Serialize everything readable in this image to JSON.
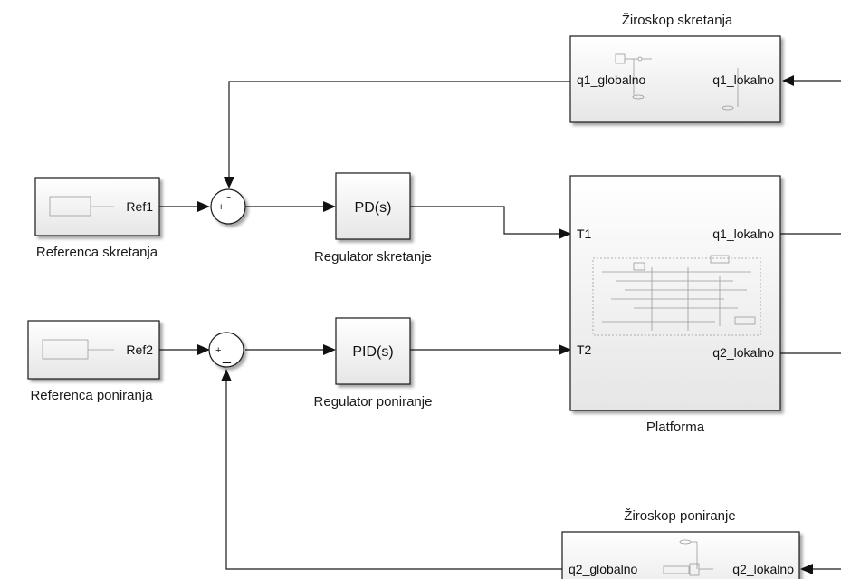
{
  "blocks": {
    "gyro_top": {
      "title": "Žiroskop skretanja",
      "in_port": "q1_globalno",
      "out_port": "q1_lokalno"
    },
    "ref1": {
      "port": "Ref1",
      "label": "Referenca skretanja"
    },
    "sum1": {
      "top_sign": "-",
      "left_sign": "+"
    },
    "pd": {
      "text": "PD(s)",
      "label": "Regulator skretanje"
    },
    "platform": {
      "in1": "T1",
      "in2": "T2",
      "out1": "q1_lokalno",
      "out2": "q2_lokalno",
      "label": "Platforma"
    },
    "ref2": {
      "port": "Ref2",
      "label": "Referenca poniranja"
    },
    "sum2": {
      "bottom_sign": "_",
      "left_sign": "+"
    },
    "pid": {
      "text": "PID(s)",
      "label": "Regulator poniranje"
    },
    "gyro_bottom": {
      "title": "Žiroskop poniranje",
      "in_port": "q2_globalno",
      "out_port": "q2_lokalno"
    }
  }
}
